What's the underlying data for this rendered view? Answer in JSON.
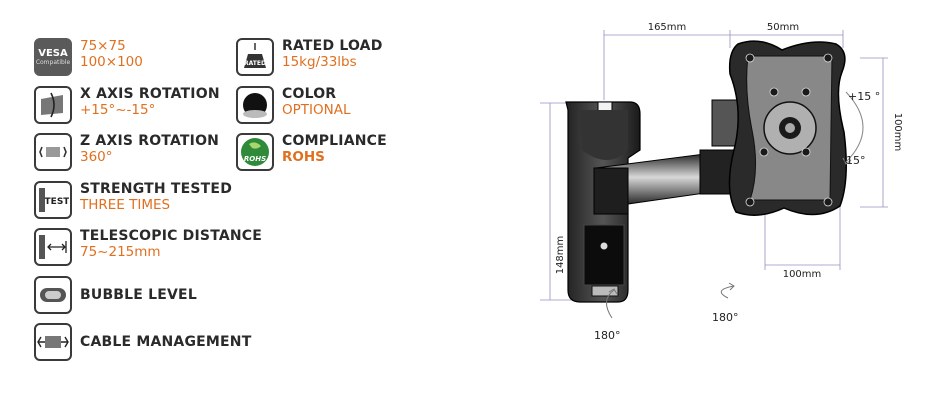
{
  "features": {
    "vesa": {
      "icon_text_top": "VESA",
      "icon_text_bottom": "Compatible",
      "line1": "75×75",
      "line2": "100×100"
    },
    "rated_load": {
      "icon_text": "RATED",
      "title": "RATED LOAD",
      "value": "15kg/33lbs"
    },
    "x_axis": {
      "title": "X AXIS ROTATION",
      "value": "+15°~-15°"
    },
    "color": {
      "title": "COLOR",
      "value": "OPTIONAL"
    },
    "z_axis": {
      "title": "Z AXIS ROTATION",
      "value": "360°"
    },
    "compliance": {
      "icon_text": "ROHS",
      "title": "COMPLIANCE",
      "value": "ROHS"
    },
    "strength": {
      "icon_text": "TEST",
      "title": "STRENGTH TESTED",
      "value": "THREE TIMES"
    },
    "telescopic": {
      "title": "TELESCOPIC DISTANCE",
      "value": "75~215mm"
    },
    "bubble": {
      "title": "BUBBLE LEVEL"
    },
    "cable": {
      "title": "CABLE MANAGEMENT"
    }
  },
  "diagram": {
    "dim_arm": "165mm",
    "dim_plate_top": "50mm",
    "dim_plate_bottom": "100mm",
    "dim_plate_height": "100mm",
    "dim_wall_height": "148mm",
    "tilt_up": "+15 °",
    "tilt_down": "-15°",
    "swivel_wall": "180°",
    "swivel_arm": "180°"
  },
  "colors": {
    "accent": "#e07020",
    "text": "#2a2a2a",
    "dimension_line": "#9a8fc0"
  }
}
